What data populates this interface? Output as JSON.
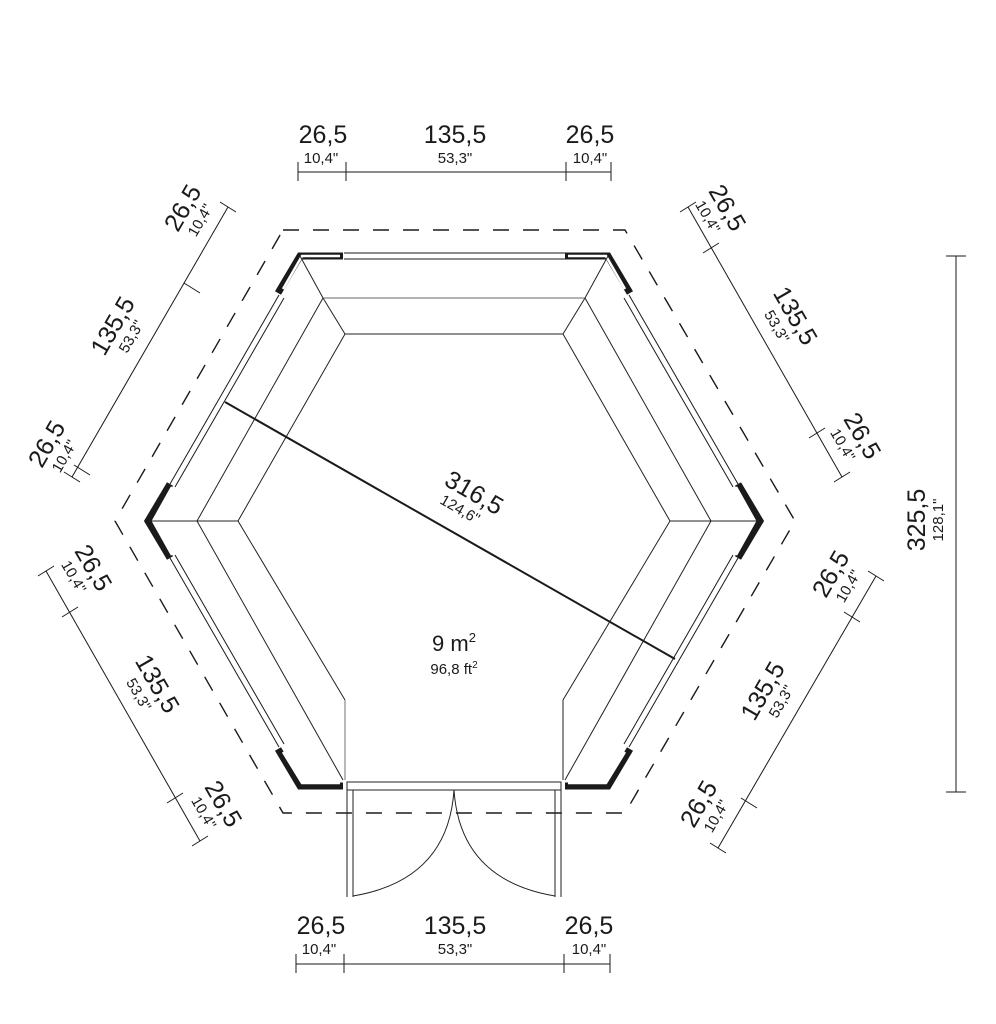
{
  "diagram": {
    "type": "floor-plan",
    "subject": "hexagonal gazebo / pavilion",
    "colors": {
      "line": "#1a1a1a",
      "background": "#ffffff",
      "secondary_line": "#888888"
    },
    "area": {
      "metric_value": "9 m",
      "metric_sup": "2",
      "imperial_value": "96,8 ft",
      "imperial_sup": "2"
    },
    "diagonal": {
      "cm": "316,5",
      "in": "124,6\""
    },
    "height_dimension": {
      "cm": "325,5",
      "in": "128,1\""
    },
    "top_dimension": {
      "segments": [
        {
          "cm": "26,5",
          "in": "10,4\""
        },
        {
          "cm": "135,5",
          "in": "53,3\""
        },
        {
          "cm": "26,5",
          "in": "10,4\""
        }
      ]
    },
    "bottom_dimension": {
      "segments": [
        {
          "cm": "26,5",
          "in": "10,4\""
        },
        {
          "cm": "135,5",
          "in": "53,3\""
        },
        {
          "cm": "26,5",
          "in": "10,4\""
        }
      ]
    },
    "upper_left_dimension": {
      "segments": [
        {
          "cm": "26,5",
          "in": "10,4\""
        },
        {
          "cm": "135,5",
          "in": "53,3\""
        },
        {
          "cm": "26,5",
          "in": "10,4\""
        }
      ]
    },
    "upper_right_dimension": {
      "segments": [
        {
          "cm": "26,5",
          "in": "10,4\""
        },
        {
          "cm": "135,5",
          "in": "53,3\""
        },
        {
          "cm": "26,5",
          "in": "10,4\""
        }
      ]
    },
    "lower_left_dimension": {
      "segments": [
        {
          "cm": "26,5",
          "in": "10,4\""
        },
        {
          "cm": "135,5",
          "in": "53,3\""
        },
        {
          "cm": "26,5",
          "in": "10,4\""
        }
      ]
    },
    "lower_right_dimension": {
      "segments": [
        {
          "cm": "26,5",
          "in": "10,4\""
        },
        {
          "cm": "135,5",
          "in": "53,3\""
        },
        {
          "cm": "26,5",
          "in": "10,4\""
        }
      ]
    },
    "features": [
      "double-door",
      "glazed-walls",
      "bench-seating",
      "roof-overhang-outline"
    ]
  }
}
